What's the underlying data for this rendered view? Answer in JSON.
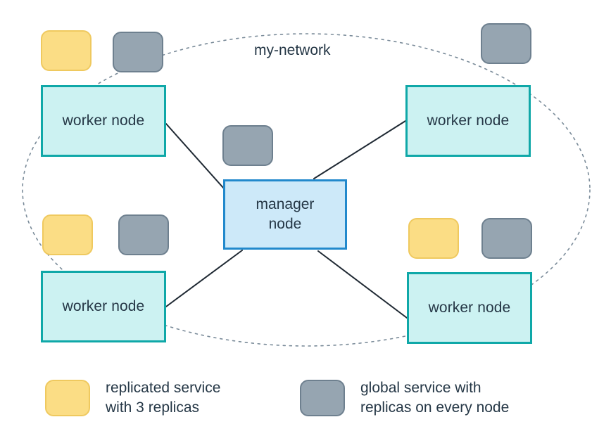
{
  "diagram": {
    "network_label": "my-network",
    "colors": {
      "worker_fill": "#CCF2F2",
      "worker_border": "#0FA8A8",
      "manager_fill": "#CDE9F9",
      "manager_border": "#2289CC",
      "replicated_service": "#FBDD85",
      "replicated_service_border": "#EFC95F",
      "global_service": "#96A5B1",
      "global_service_border": "#6E808F",
      "edge_line": "#1F2933",
      "network_boundary": "#7A8B99",
      "text": "#253746",
      "background": "#FFFFFF"
    },
    "nodes": [
      {
        "id": "worker-top-left",
        "label": "worker node",
        "type": "worker"
      },
      {
        "id": "worker-top-right",
        "label": "worker node",
        "type": "worker"
      },
      {
        "id": "manager",
        "label": "manager\nnode",
        "type": "manager"
      },
      {
        "id": "worker-bottom-left",
        "label": "worker node",
        "type": "worker"
      },
      {
        "id": "worker-bottom-right",
        "label": "worker node",
        "type": "worker"
      }
    ],
    "services": [
      {
        "id": "replicated-top-left",
        "kind": "replicated"
      },
      {
        "id": "global-top-left",
        "kind": "global"
      },
      {
        "id": "global-top-right",
        "kind": "global"
      },
      {
        "id": "global-center",
        "kind": "global"
      },
      {
        "id": "replicated-bottom-left",
        "kind": "replicated"
      },
      {
        "id": "global-bottom-left",
        "kind": "global"
      },
      {
        "id": "replicated-bottom-right",
        "kind": "replicated"
      },
      {
        "id": "global-bottom-right",
        "kind": "global"
      }
    ],
    "edges": [
      {
        "from": "worker-top-left",
        "to": "manager"
      },
      {
        "from": "worker-top-right",
        "to": "manager"
      },
      {
        "from": "worker-bottom-left",
        "to": "manager"
      },
      {
        "from": "worker-bottom-right",
        "to": "manager"
      }
    ]
  },
  "legend": {
    "items": [
      {
        "id": "legend-replicated",
        "swatch": "replicated",
        "text": "replicated service\nwith 3 replicas"
      },
      {
        "id": "legend-global",
        "swatch": "global",
        "text": "global service with\nreplicas on every node"
      }
    ]
  }
}
